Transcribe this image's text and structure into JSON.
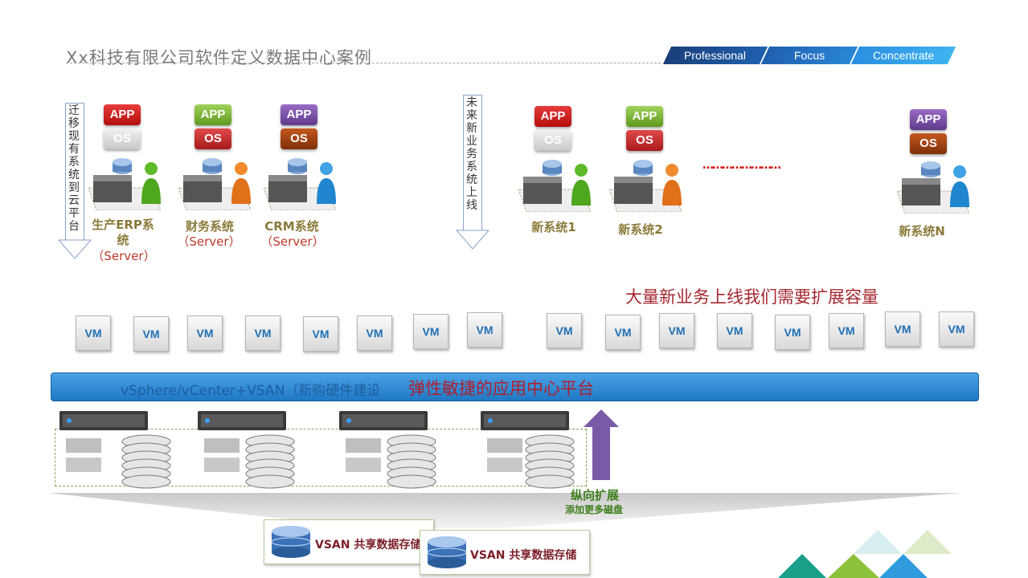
{
  "header": {
    "title": "Xx科技有限公司软件定义数据中心案例",
    "tags": [
      "Professional",
      "Focus",
      "Concentrate"
    ]
  },
  "migrate": {
    "label": "迁移现有系统到云平台",
    "systems": [
      {
        "app": "APP",
        "os": "OS",
        "name": "生产ERP系统",
        "sub": "（Server）"
      },
      {
        "app": "APP",
        "os": "OS",
        "name": "财务系统",
        "sub": "（Server）"
      },
      {
        "app": "APP",
        "os": "OS",
        "name": "CRM系统",
        "sub": "（Server）"
      }
    ]
  },
  "future": {
    "label": "未来新业务系统上线",
    "systems": [
      {
        "app": "APP",
        "os": "OS",
        "name": "新系统1"
      },
      {
        "app": "APP",
        "os": "OS",
        "name": "新系统2"
      },
      {
        "app": "APP",
        "os": "OS",
        "name": "新系统N"
      }
    ],
    "ellipsis": "……………………",
    "capacity_text": "大量新业务上线我们需要扩展容量"
  },
  "vm_label": "VM",
  "platform": {
    "ghost_text": "vSphere/vCenter+VSAN（新购硬件建设",
    "main_text": "弹性敏捷的应用中心平台"
  },
  "scale": {
    "title": "纵向扩展",
    "subtitle": "添加更多磁盘"
  },
  "storage": {
    "label_1": "VSAN 共享数据存储",
    "label_2": "VSAN 共享数据存储"
  }
}
